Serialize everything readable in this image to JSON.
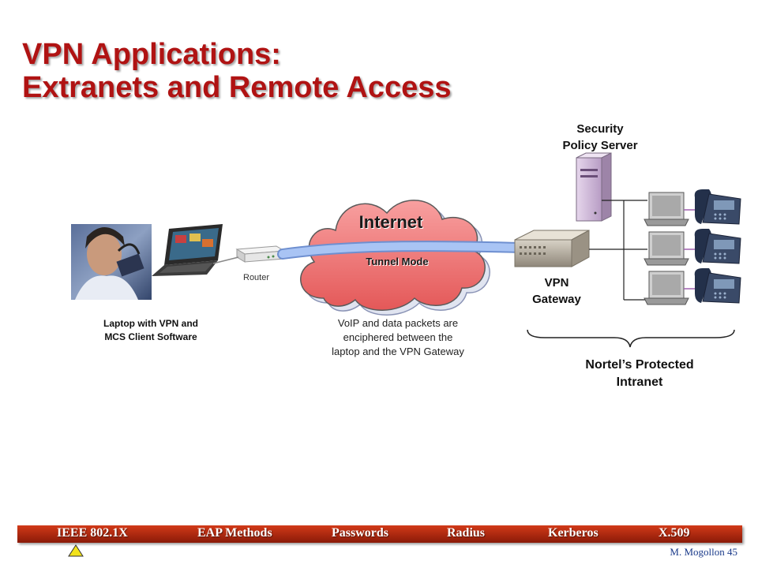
{
  "title": {
    "line1": "VPN Applications:",
    "line2": "Extranets and Remote Access"
  },
  "diagram": {
    "laptop_label": [
      "Laptop with VPN and",
      "MCS Client Software"
    ],
    "router_label": "Router",
    "internet_label": "Internet",
    "tunnel_label": "Tunnel Mode",
    "packets_caption": [
      "VoIP and data packets are",
      "enciphered between the",
      "laptop and the VPN Gateway"
    ],
    "gateway_label": [
      "VPN",
      "Gateway"
    ],
    "policy_server_label": [
      "Security",
      "Policy Server"
    ],
    "intranet_label": [
      "Nortel’s Protected",
      "Intranet"
    ],
    "cloud_color": "#f07a7a",
    "tunnel_color": "#9ab8f0"
  },
  "footer": {
    "nav": [
      "IEEE 802.1X",
      "EAP Methods",
      "Passwords",
      "Radius",
      "Kerberos",
      "X.509"
    ],
    "author": "M. Mogollon 45",
    "bar_color": "#b8260f"
  }
}
